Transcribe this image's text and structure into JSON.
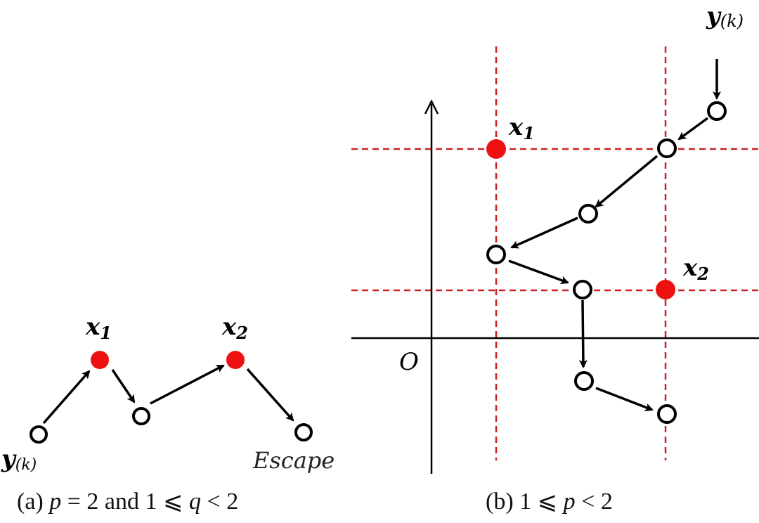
{
  "panel_a": {
    "label_y": "y",
    "label_y_sub": "(k)",
    "label_x1": "x",
    "label_x1_sub": "1",
    "label_x2": "x",
    "label_x2_sub": "2",
    "label_escape": "Escape",
    "caption_prefix": "(a) ",
    "caption_p": "p",
    "caption_mid": " = 2 and 1 ⩽ ",
    "caption_q": "q",
    "caption_end": " < 2"
  },
  "panel_b": {
    "label_y": "y",
    "label_y_sub": "(k)",
    "label_x1": "x",
    "label_x1_sub": "1",
    "label_x2": "x",
    "label_x2_sub": "2",
    "label_origin": "O",
    "caption_prefix": "(b) 1 ⩽ ",
    "caption_p": "p",
    "caption_end": " < 2"
  },
  "colors": {
    "minimum_point": "#ee1111",
    "grid_dash": "#cc2222",
    "stroke": "#000000"
  }
}
